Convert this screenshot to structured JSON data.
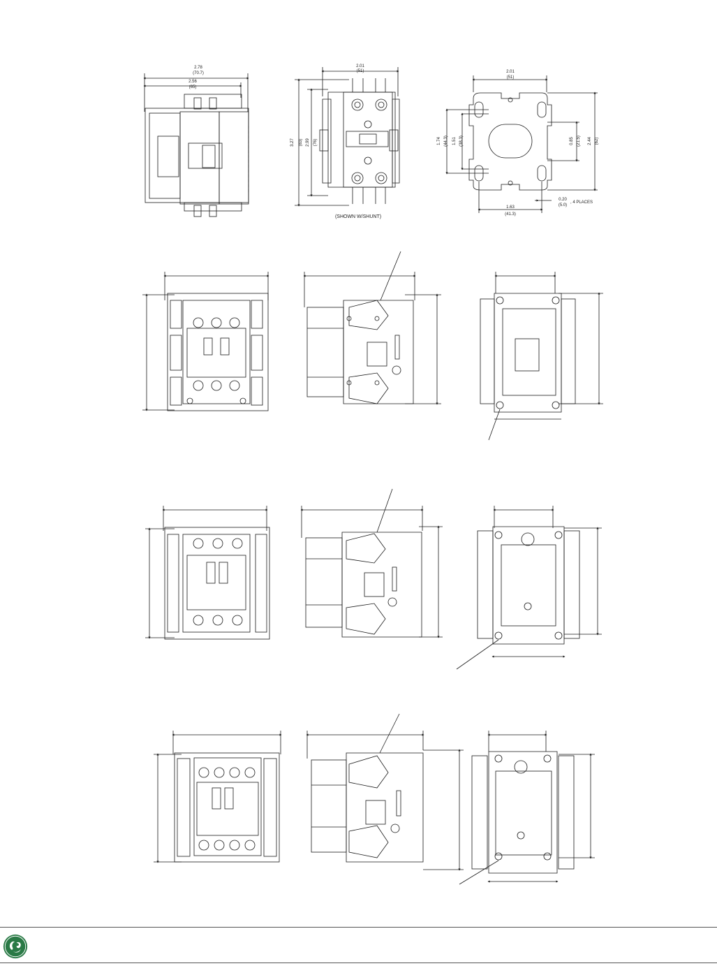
{
  "row1": {
    "side": {
      "overall_width": "2.78",
      "overall_width_mm": "(70.7)",
      "inner_width": "2.56",
      "inner_width_mm": "(65)"
    },
    "front": {
      "width": "2.01",
      "width_mm": "(51)",
      "height_outer": "3.27",
      "height_outer_mm": "(83)",
      "height_inner": "2.99",
      "height_inner_mm": "(76)",
      "caption": "(SHOWN W/SHUNT)"
    },
    "mount": {
      "width": "2.01",
      "width_mm": "(51)",
      "h1": "1.74",
      "h1_mm": "(44.3)",
      "h2": "1.51",
      "h2_mm": "(38.3)",
      "r1": "0.85",
      "r1_mm": "(21.5)",
      "r2": "2.44",
      "r2_mm": "(62)",
      "hole": "0.20",
      "hole_mm": "(5.0)",
      "hole_note": ", 4 PLACES",
      "bottom": "1.63",
      "bottom_mm": "(41.3)"
    }
  },
  "colors": {
    "line": "#1a1a1a",
    "rule": "#555555",
    "logo": "#2a7a46"
  },
  "logo": {
    "icon": "ge-monogram-icon"
  }
}
